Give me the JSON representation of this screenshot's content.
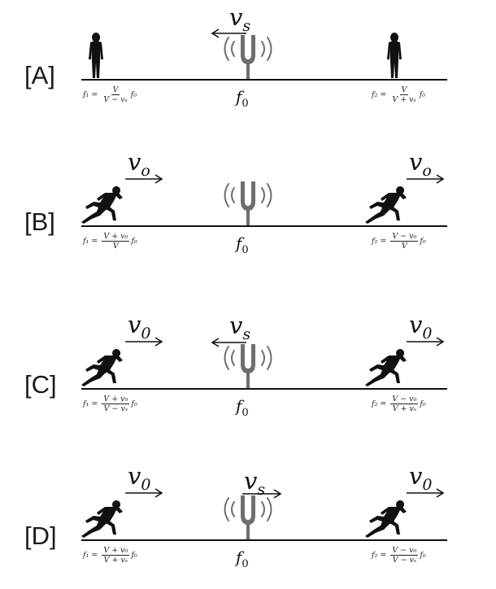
{
  "source_freq": "f",
  "source_freq_sub": "0",
  "velocity_source": {
    "sym": "v",
    "sub": "s"
  },
  "panels": [
    {
      "label": "[A]",
      "velocity_symbol_observer": null,
      "source_moving": "left",
      "observer_left": "standing",
      "observer_right": "standing",
      "formula_left": {
        "lhs": "f₁ =",
        "num": "V",
        "den": "V − vₛ",
        "tail": "f₀"
      },
      "formula_right": {
        "lhs": "f₂ =",
        "num": "V",
        "den": "V + vₛ",
        "tail": "f₀"
      }
    },
    {
      "label": "[B]",
      "velocity_symbol_observer": {
        "sym": "v",
        "sub": "o"
      },
      "source_moving": null,
      "observer_left": "running",
      "observer_right": "running",
      "formula_left": {
        "lhs": "f₁ =",
        "num": "V + v₀",
        "den": "V",
        "tail": "f₀"
      },
      "formula_right": {
        "lhs": "f₂ =",
        "num": "V − v₀",
        "den": "V",
        "tail": "f₀"
      }
    },
    {
      "label": "[C]",
      "velocity_symbol_observer": {
        "sym": "v",
        "sub": "0"
      },
      "source_moving": "left",
      "observer_left": "running",
      "observer_right": "running",
      "formula_left": {
        "lhs": "f₁ =",
        "num": "V + v₀",
        "den": "V − vₛ",
        "tail": "f₀"
      },
      "formula_right": {
        "lhs": "f₂ =",
        "num": "V − v₀",
        "den": "V + vₛ",
        "tail": "f₀"
      }
    },
    {
      "label": "[D]",
      "velocity_symbol_observer": {
        "sym": "v",
        "sub": "0"
      },
      "source_moving": "right",
      "observer_left": "running",
      "observer_right": "running",
      "formula_left": {
        "lhs": "f₁ =",
        "num": "V + v₀",
        "den": "V + vₛ",
        "tail": "f₀"
      },
      "formula_right": {
        "lhs": "f₂ =",
        "num": "V − v₀",
        "den": "V − vₛ",
        "tail": "f₀"
      }
    }
  ],
  "colors": {
    "fork": "#6e6e6e",
    "ink": "#111111"
  },
  "icons": {
    "source": "tuning-fork-icon",
    "standing": "standing-person-icon",
    "running": "running-person-icon"
  }
}
